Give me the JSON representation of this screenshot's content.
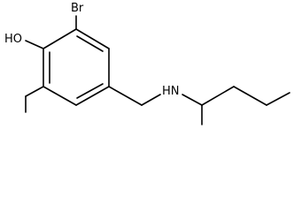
{
  "molecule": {
    "atoms": {
      "bromine": "Br",
      "hydroxyl": "HO",
      "amine": "HN"
    }
  },
  "colors": {
    "bond": "#000000",
    "label": "#000000",
    "background": "#ffffff"
  }
}
